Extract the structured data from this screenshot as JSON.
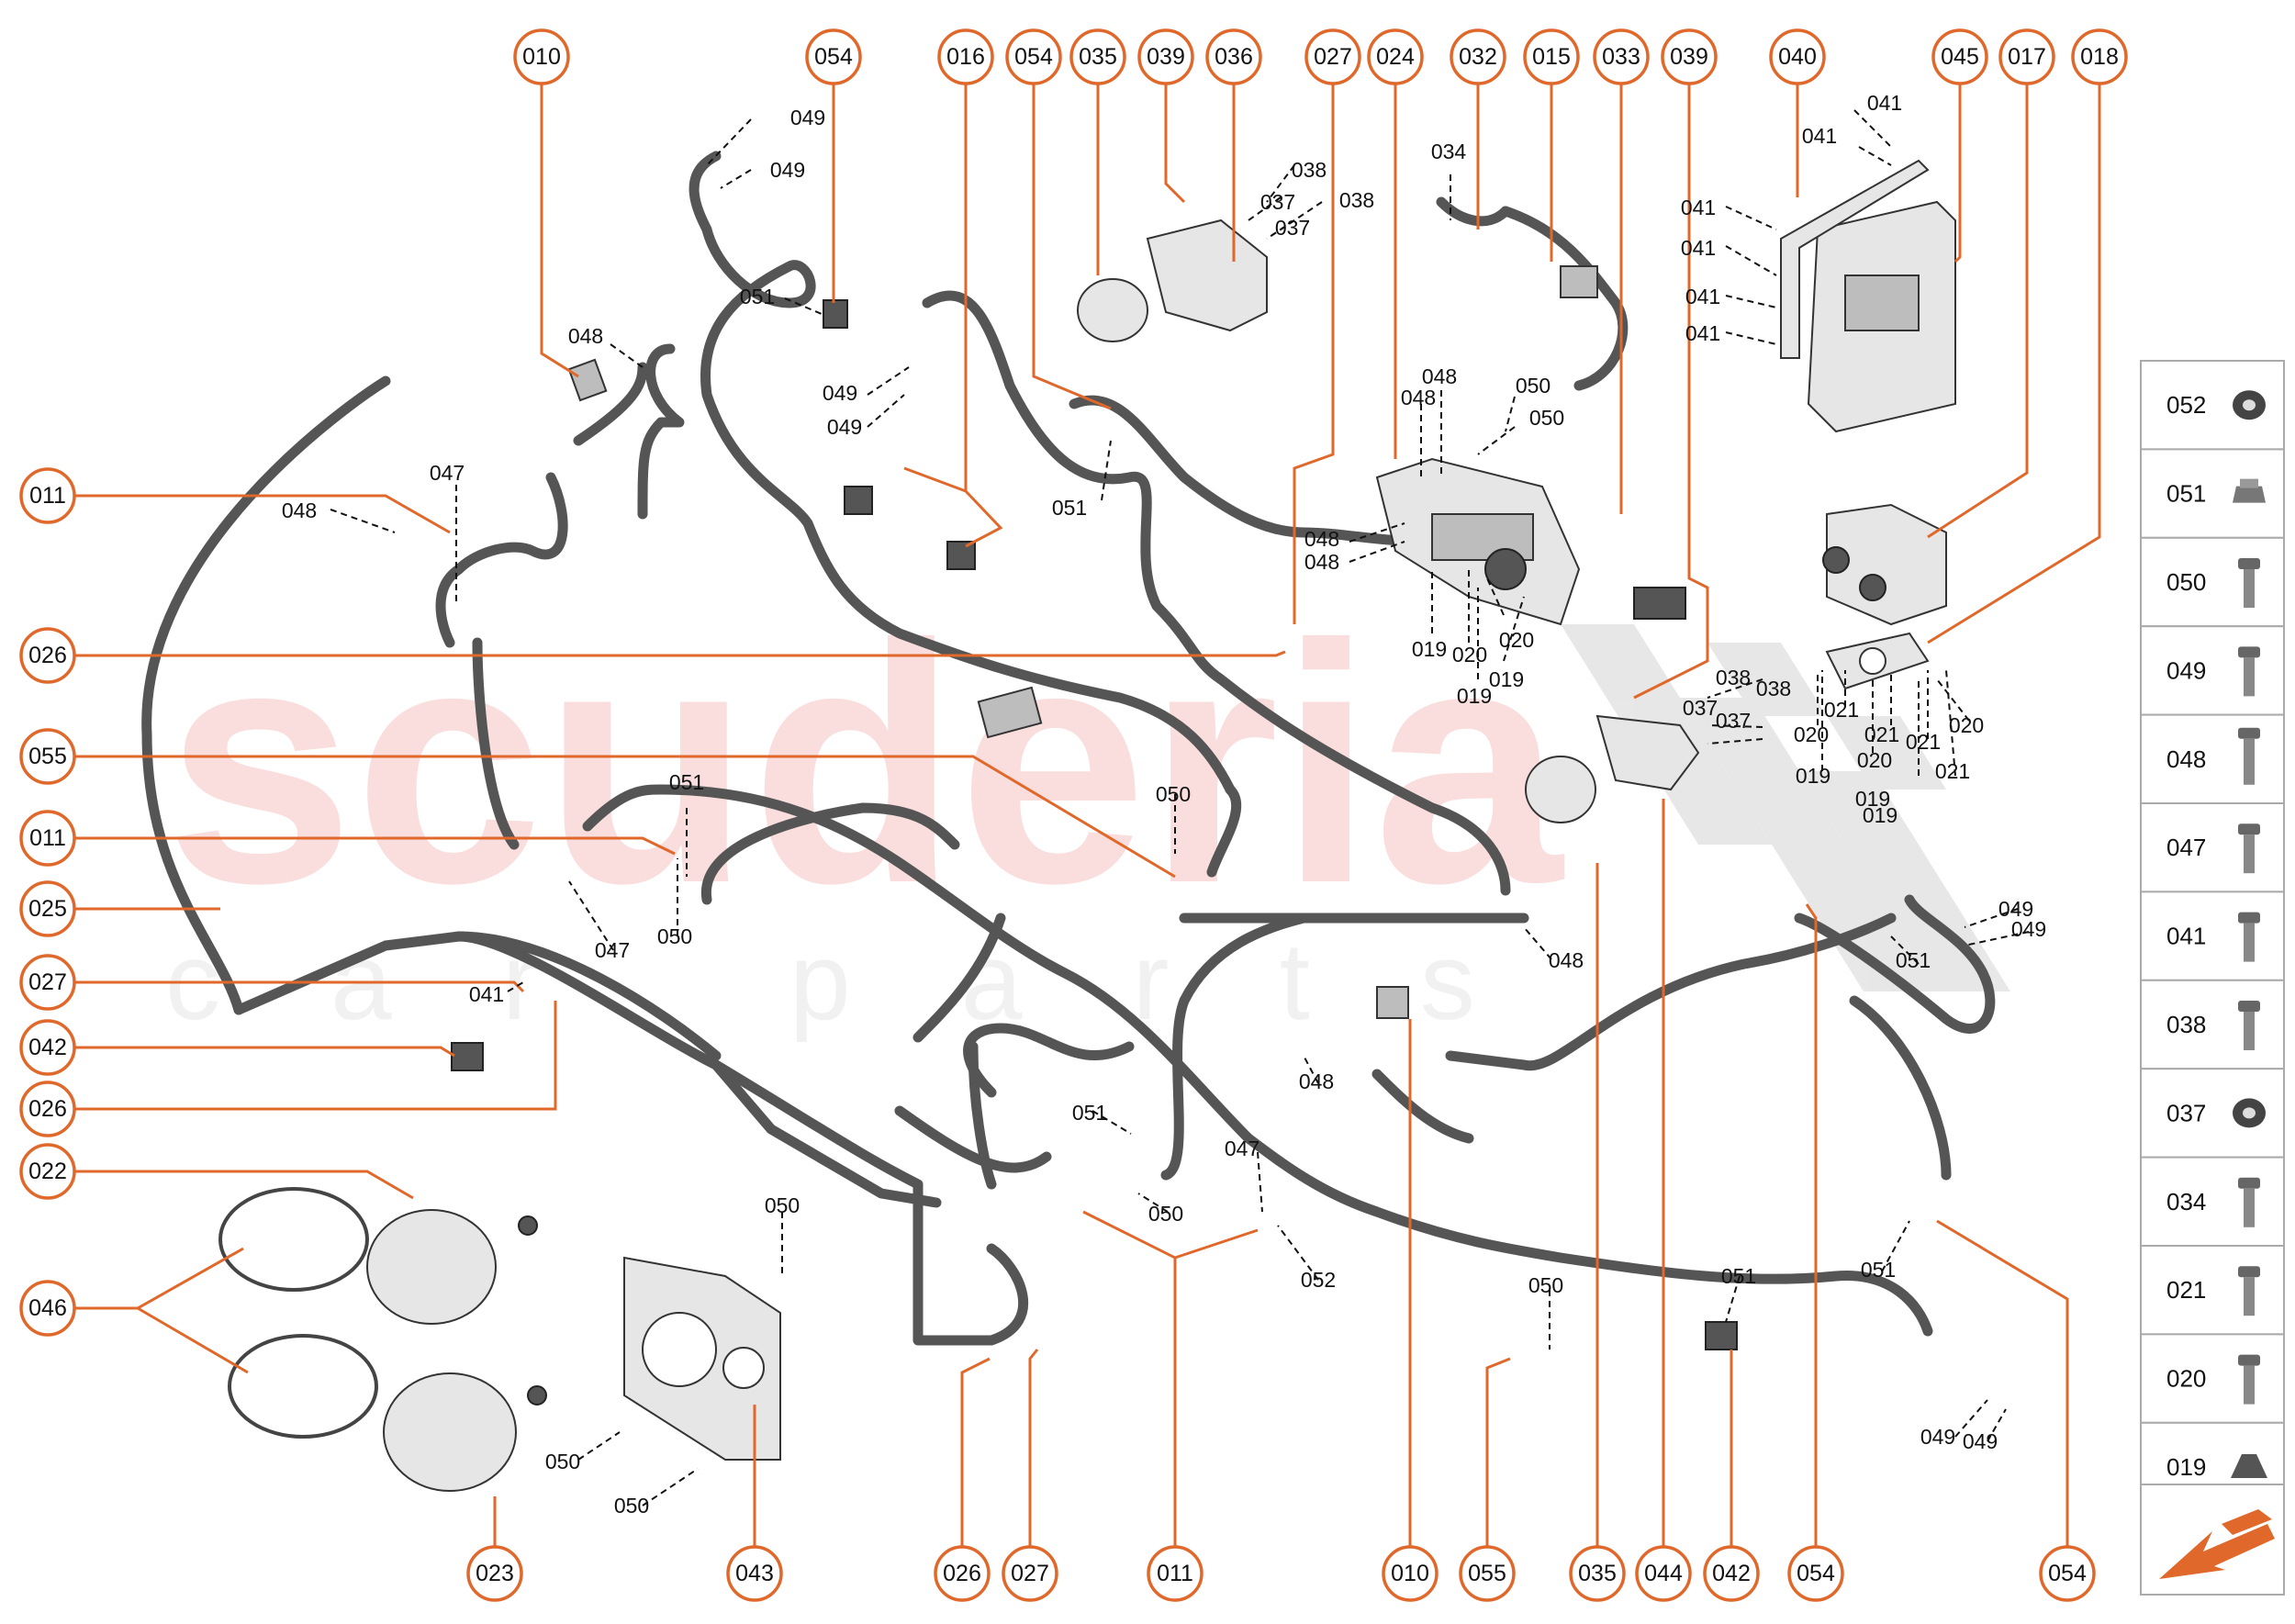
{
  "watermark": {
    "brand": "scuderia",
    "sub": "car parts"
  },
  "colors": {
    "accent": "#e0682b",
    "hose": "#555555"
  },
  "callouts": [
    {
      "id": "c-010-top",
      "label": "010"
    },
    {
      "id": "c-054-top1",
      "label": "054"
    },
    {
      "id": "c-016",
      "label": "016"
    },
    {
      "id": "c-054-top2",
      "label": "054"
    },
    {
      "id": "c-035-top",
      "label": "035"
    },
    {
      "id": "c-039-top1",
      "label": "039"
    },
    {
      "id": "c-036",
      "label": "036"
    },
    {
      "id": "c-027-top",
      "label": "027"
    },
    {
      "id": "c-024",
      "label": "024"
    },
    {
      "id": "c-032",
      "label": "032"
    },
    {
      "id": "c-015",
      "label": "015"
    },
    {
      "id": "c-033",
      "label": "033"
    },
    {
      "id": "c-039-top2",
      "label": "039"
    },
    {
      "id": "c-040",
      "label": "040"
    },
    {
      "id": "c-045",
      "label": "045"
    },
    {
      "id": "c-017",
      "label": "017"
    },
    {
      "id": "c-018",
      "label": "018"
    },
    {
      "id": "c-011-l1",
      "label": "011"
    },
    {
      "id": "c-026-l1",
      "label": "026"
    },
    {
      "id": "c-055-l",
      "label": "055"
    },
    {
      "id": "c-011-l2",
      "label": "011"
    },
    {
      "id": "c-025",
      "label": "025"
    },
    {
      "id": "c-027-l",
      "label": "027"
    },
    {
      "id": "c-042-l",
      "label": "042"
    },
    {
      "id": "c-026-l2",
      "label": "026"
    },
    {
      "id": "c-022",
      "label": "022"
    },
    {
      "id": "c-046",
      "label": "046"
    },
    {
      "id": "c-023",
      "label": "023"
    },
    {
      "id": "c-043",
      "label": "043"
    },
    {
      "id": "c-026-b",
      "label": "026"
    },
    {
      "id": "c-027-b",
      "label": "027"
    },
    {
      "id": "c-011-b",
      "label": "011"
    },
    {
      "id": "c-010-b",
      "label": "010"
    },
    {
      "id": "c-055-b",
      "label": "055"
    },
    {
      "id": "c-035-b",
      "label": "035"
    },
    {
      "id": "c-044",
      "label": "044"
    },
    {
      "id": "c-042-b",
      "label": "042"
    },
    {
      "id": "c-054-b1",
      "label": "054"
    },
    {
      "id": "c-054-b2",
      "label": "054"
    }
  ],
  "part_labels": [
    "049",
    "049",
    "051",
    "049",
    "049",
    "051",
    "048",
    "047",
    "048",
    "038",
    "037",
    "038",
    "037",
    "034",
    "048",
    "048",
    "050",
    "050",
    "048",
    "048",
    "019",
    "020",
    "020",
    "019",
    "019",
    "041",
    "041",
    "041",
    "041",
    "041",
    "041",
    "038",
    "037",
    "038",
    "037",
    "021",
    "020",
    "021",
    "020",
    "021",
    "020",
    "019",
    "019",
    "021",
    "019",
    "051",
    "047",
    "050",
    "050",
    "041",
    "048",
    "049",
    "049",
    "051",
    "048",
    "051",
    "050",
    "047",
    "052",
    "050",
    "050",
    "050",
    "050",
    "051",
    "051",
    "049",
    "049"
  ],
  "legend": [
    "052",
    "051",
    "050",
    "049",
    "048",
    "047",
    "041",
    "038",
    "037",
    "034",
    "021",
    "020",
    "019"
  ]
}
